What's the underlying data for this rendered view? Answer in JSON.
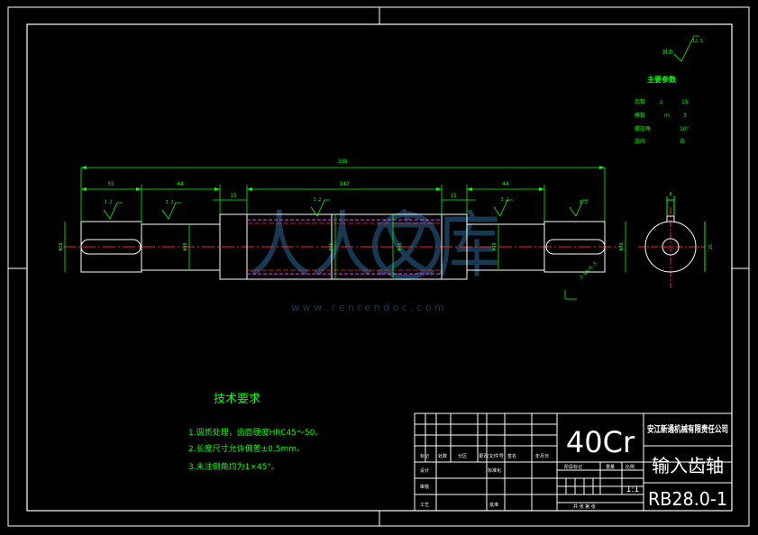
{
  "dimensions": {
    "overall_length": "338",
    "seg_left": "55",
    "seg_left2": "44",
    "seg_shoulder_left": "15",
    "seg_middle": "142",
    "seg_shoulder_right": "15",
    "seg_right2": "44",
    "dia_left": "Φ30",
    "dia_left2": "Φ40",
    "dia_mid_left": "Φ45",
    "dia_mid_right": "Φ45",
    "dia_right2": "Φ40",
    "dia_right": "Φ30",
    "keyway_width": "8",
    "keyway_depth": "26",
    "center_hole": "2-B3/6.3"
  },
  "roughness": {
    "r1": "3.2",
    "r2": "3.2",
    "r3": "3.2",
    "r4": "3.2",
    "r5": "3.2",
    "rest_value": "12.5",
    "rest_label": "其余"
  },
  "params": {
    "heading": "主要参数",
    "rows": [
      {
        "name": "齿数",
        "symbol": "z",
        "value": "15"
      },
      {
        "name": "模数",
        "symbol": "m",
        "value": "3"
      },
      {
        "name": "螺旋角",
        "symbol": "",
        "value": "10°"
      },
      {
        "name": "旋向",
        "symbol": "",
        "value": "右"
      }
    ]
  },
  "tech": {
    "heading": "技术要求",
    "items": [
      "1.调质处理，齿面硬度HRC45～50。",
      "2.长度尺寸允许偏差±0.5mm。",
      "3.未注倒角均为1×45°。"
    ]
  },
  "titleblock": {
    "material": "40Cr",
    "company": "安江新通机械有限责任公司",
    "part_name": "输入齿轴",
    "drawing_no": "RB28.0-1",
    "scale": "1:1",
    "labels": {
      "mark": "标记",
      "count": "处数",
      "zone": "分区",
      "change_no": "更改文件号",
      "sign": "签名",
      "date": "年月日",
      "design": "设计",
      "standard": "标准化",
      "review": "审核",
      "process": "工艺",
      "approve": "批准",
      "stage": "阶段标记",
      "weight": "重量",
      "scale_label": "比例",
      "sheets": "共 张 第 张"
    }
  },
  "watermark": {
    "text": "人人文库",
    "url": "w w w . r e n r e n d o c . c o m"
  }
}
